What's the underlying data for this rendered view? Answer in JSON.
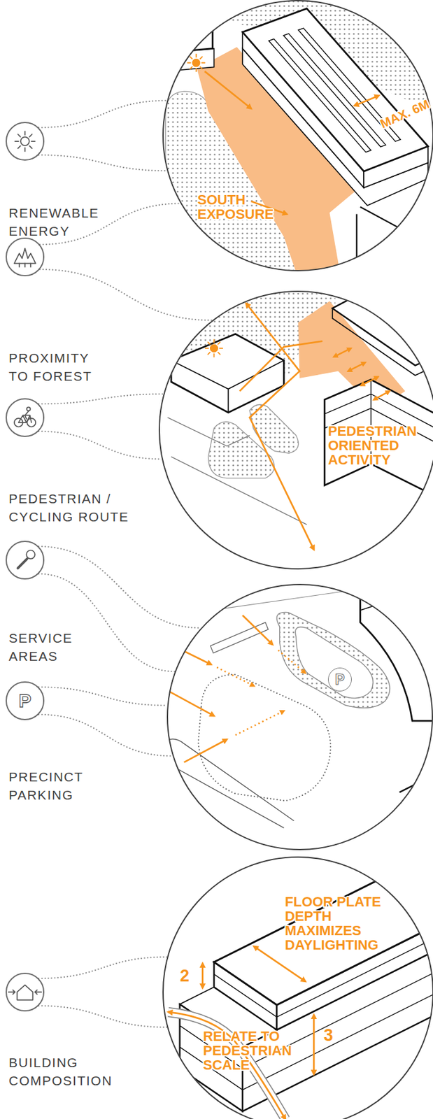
{
  "diagram": {
    "nodes": [
      {
        "text": [
          "RENEWABLE ENERGY"
        ]
      },
      {
        "text": [
          "MAX. 6M",
          "SOUTH EXPOSURE"
        ]
      },
      {
        "text": [
          "PROXIMITY TO FOREST"
        ]
      },
      {
        "text": [
          "PEDESTRIAN / CYCLING ROUTE"
        ]
      },
      {
        "text": [
          "PEDESTRIAN ORIENTED ACTIVITY"
        ]
      },
      {
        "text": [
          "SERVICE AREAS"
        ]
      },
      {
        "text": [
          "P",
          "PRECINCT PARKING"
        ]
      },
      {
        "text": []
      },
      {
        "text": [
          "P"
        ],
        "in": 7
      },
      {
        "text": [
          "BUILDING COMPOSITION"
        ]
      },
      {
        "text": [
          "FLOOR PLATE DEPTH MAXIMIZES DAYLIGHTING",
          "2",
          "3",
          "RELATE TO PEDESTRIAN SCALE"
        ]
      }
    ],
    "edges": [
      {
        "from": 0,
        "to": 1,
        "arrow": "none"
      },
      {
        "from": 2,
        "to": 1,
        "arrow": "none"
      },
      {
        "from": 2,
        "to": 4,
        "arrow": "none"
      },
      {
        "from": 3,
        "to": 4,
        "arrow": "none"
      },
      {
        "from": 5,
        "to": 7,
        "arrow": "none"
      },
      {
        "from": 6,
        "to": 7,
        "arrow": "none"
      },
      {
        "from": 9,
        "to": 10,
        "arrow": "none"
      }
    ]
  }
}
